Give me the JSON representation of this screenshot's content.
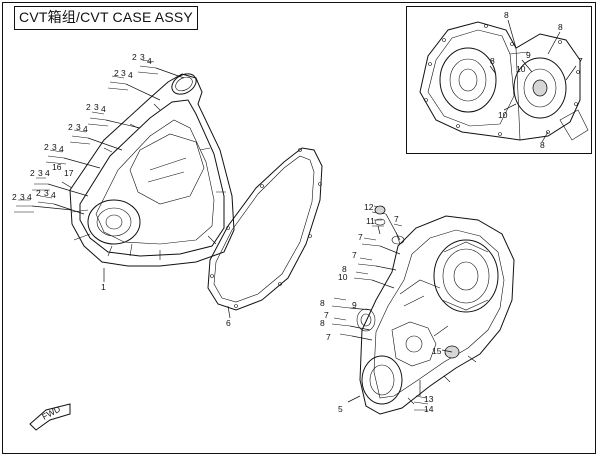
{
  "title": "CVT箱组/CVT CASE ASSY",
  "direction_badge": "FWD",
  "callouts": {
    "main": [
      {
        "id": "c1",
        "text": "1"
      },
      {
        "id": "c2a",
        "text": "2"
      },
      {
        "id": "c3a",
        "text": "3"
      },
      {
        "id": "c4a",
        "text": "4"
      },
      {
        "id": "c2b",
        "text": "2"
      },
      {
        "id": "c3b",
        "text": "3"
      },
      {
        "id": "c4b",
        "text": "4"
      },
      {
        "id": "c2c",
        "text": "2"
      },
      {
        "id": "c3c",
        "text": "3"
      },
      {
        "id": "c4c",
        "text": "4"
      },
      {
        "id": "c2d",
        "text": "2"
      },
      {
        "id": "c3d",
        "text": "3"
      },
      {
        "id": "c4d",
        "text": "4"
      },
      {
        "id": "c2e",
        "text": "2"
      },
      {
        "id": "c3e",
        "text": "3"
      },
      {
        "id": "c4e",
        "text": "4"
      },
      {
        "id": "c2f",
        "text": "2"
      },
      {
        "id": "c3f",
        "text": "3"
      },
      {
        "id": "c4f",
        "text": "4"
      },
      {
        "id": "c2g",
        "text": "2"
      },
      {
        "id": "c3g",
        "text": "3"
      },
      {
        "id": "c4g",
        "text": "4"
      },
      {
        "id": "c2h",
        "text": "2"
      },
      {
        "id": "c3h",
        "text": "3"
      },
      {
        "id": "c4h",
        "text": "4"
      },
      {
        "id": "c16",
        "text": "16"
      },
      {
        "id": "c17",
        "text": "17"
      },
      {
        "id": "c6",
        "text": "6"
      },
      {
        "id": "c12",
        "text": "12"
      },
      {
        "id": "c11",
        "text": "11"
      },
      {
        "id": "c7a",
        "text": "7"
      },
      {
        "id": "c7b",
        "text": "7"
      },
      {
        "id": "c7c",
        "text": "7"
      },
      {
        "id": "c7d",
        "text": "7"
      },
      {
        "id": "c7e",
        "text": "7"
      },
      {
        "id": "c8a",
        "text": "8"
      },
      {
        "id": "c8b",
        "text": "8"
      },
      {
        "id": "c8c",
        "text": "8"
      },
      {
        "id": "c10",
        "text": "10"
      },
      {
        "id": "c9",
        "text": "9"
      },
      {
        "id": "c15",
        "text": "15"
      },
      {
        "id": "c5",
        "text": "5"
      },
      {
        "id": "c13",
        "text": "13"
      },
      {
        "id": "c14",
        "text": "14"
      }
    ],
    "inset": [
      {
        "id": "i8a",
        "text": "8"
      },
      {
        "id": "i8b",
        "text": "8"
      },
      {
        "id": "i8c",
        "text": "8"
      },
      {
        "id": "i8d",
        "text": "8"
      },
      {
        "id": "i9",
        "text": "9"
      },
      {
        "id": "i10a",
        "text": "10"
      },
      {
        "id": "i10b",
        "text": "10"
      },
      {
        "id": "i7",
        "text": "7"
      }
    ]
  }
}
